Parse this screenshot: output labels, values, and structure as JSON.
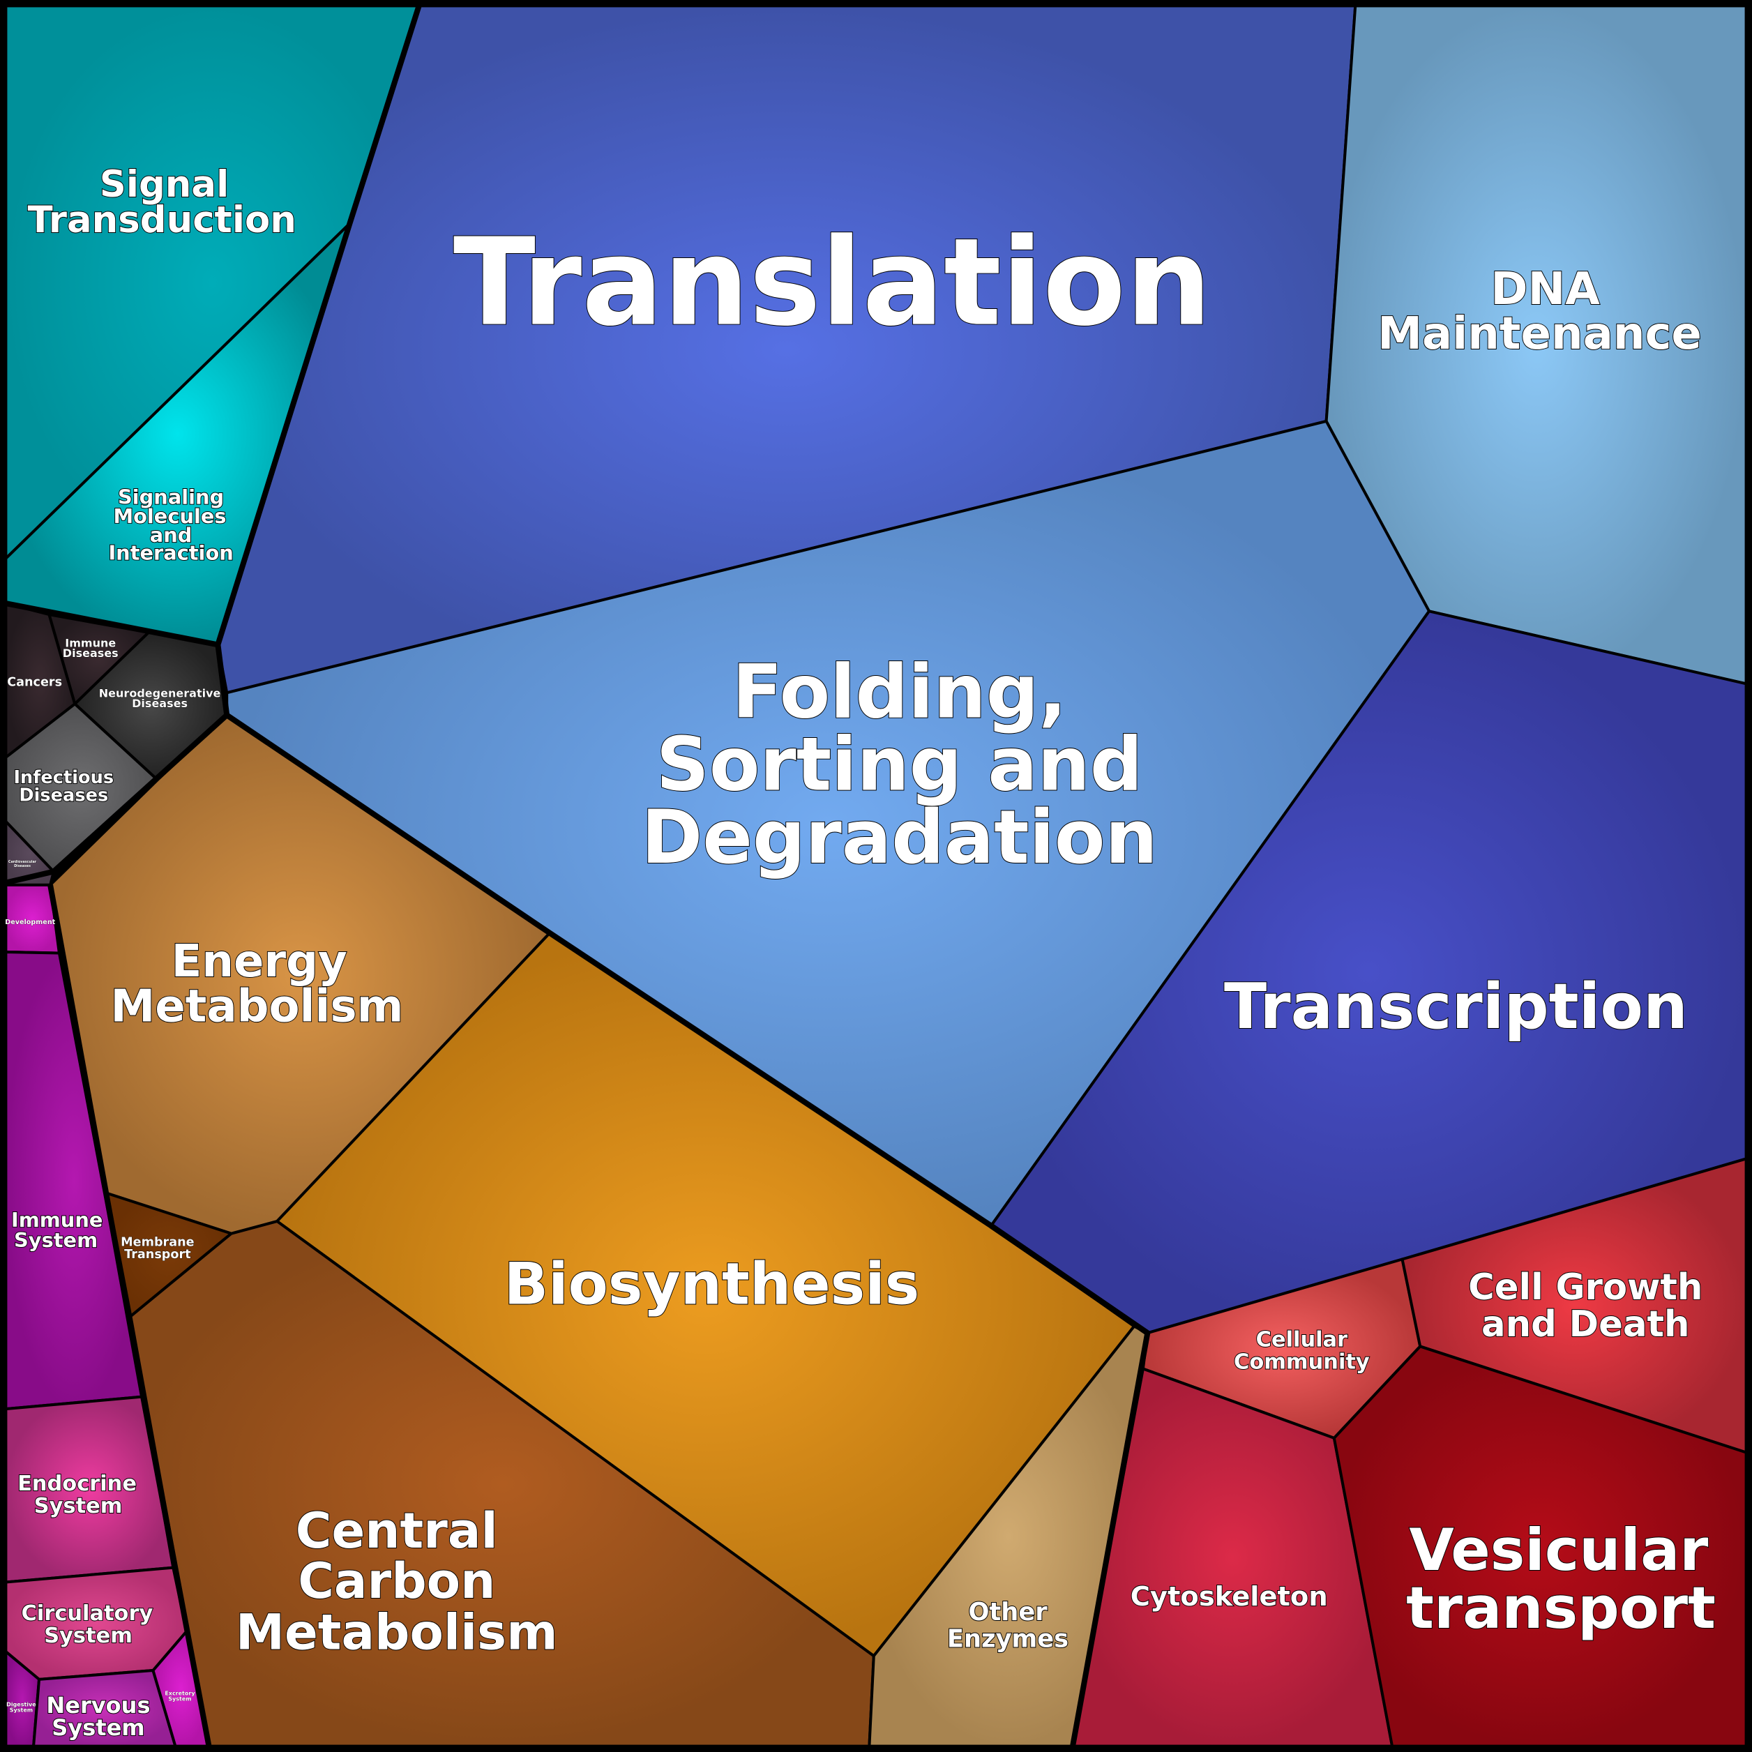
{
  "title": "Voronoi treemap of functional categories",
  "colors": {
    "genetic": "#4f6bdc",
    "metabolism": "#e6961e",
    "cellular": "#d8283c",
    "environmental": "#00c8d6",
    "human_diseases": "#505050",
    "organismal": "#c81eb4"
  },
  "cells": {
    "translation": [
      "Translation"
    ],
    "folding": [
      "Folding,",
      "Sorting and",
      "Degradation"
    ],
    "transcription": [
      "Transcription"
    ],
    "dna": [
      "DNA",
      "Maintenance"
    ],
    "signal": [
      "Signal",
      "Transduction"
    ],
    "signaling_molecules": [
      "Signaling",
      "Molecules",
      "and",
      "Interaction"
    ],
    "cancers": [
      "Cancers"
    ],
    "immune_diseases": [
      "Immune",
      "Diseases"
    ],
    "neuro": [
      "Neurodegenerative",
      "Diseases"
    ],
    "infectious": [
      "Infectious",
      "Diseases"
    ],
    "cardio": [
      "Cardiovascular",
      "Diseases"
    ],
    "development": [
      "Development"
    ],
    "energy": [
      "Energy",
      "Metabolism"
    ],
    "membrane": [
      "Membrane",
      "Transport"
    ],
    "biosynthesis": [
      "Biosynthesis"
    ],
    "central_carbon": [
      "Central",
      "Carbon",
      "Metabolism"
    ],
    "other_enzymes": [
      "Other",
      "Enzymes"
    ],
    "immune_system": [
      "Immune",
      "System"
    ],
    "endocrine": [
      "Endocrine",
      "System"
    ],
    "circulatory": [
      "Circulatory",
      "System"
    ],
    "digestive": [
      "Digestive",
      "System"
    ],
    "nervous": [
      "Nervous",
      "System"
    ],
    "excretory": [
      "Excretory",
      "System"
    ],
    "cellular_community": [
      "Cellular",
      "Community"
    ],
    "cell_growth": [
      "Cell Growth",
      "and Death"
    ],
    "cytoskeleton": [
      "Cytoskeleton"
    ],
    "vesicular": [
      "Vesicular",
      "transport"
    ]
  }
}
